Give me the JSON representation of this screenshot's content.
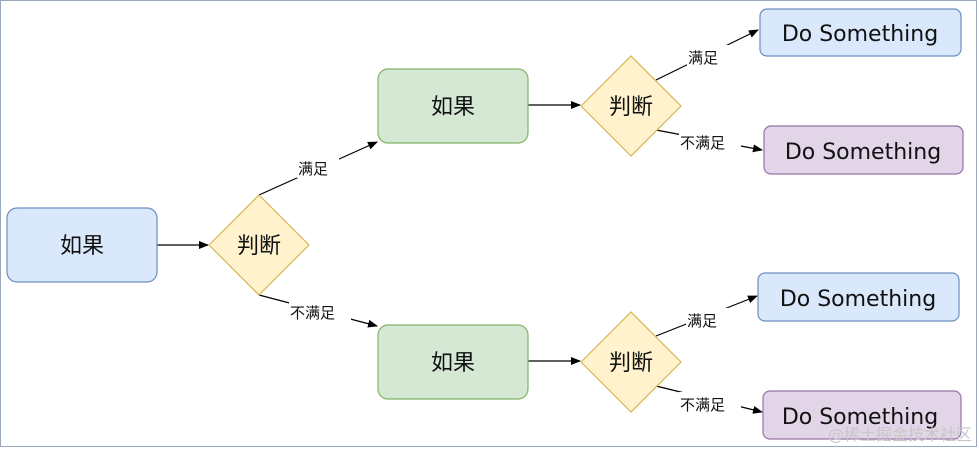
{
  "labels": {
    "if": "如果",
    "judge": "判断",
    "yes": "满足",
    "no": "不满足",
    "action": "Do Something"
  },
  "watermark": "@稀土掘金技术社区",
  "colors": {
    "blue_fill": "#dae8fc",
    "blue_stroke": "#6c8ebf",
    "green_fill": "#d5e8d4",
    "green_stroke": "#82b366",
    "yellow_fill": "#fff2cc",
    "yellow_stroke": "#d6b656",
    "purple_fill": "#e1d5e7",
    "purple_stroke": "#9673a6"
  }
}
